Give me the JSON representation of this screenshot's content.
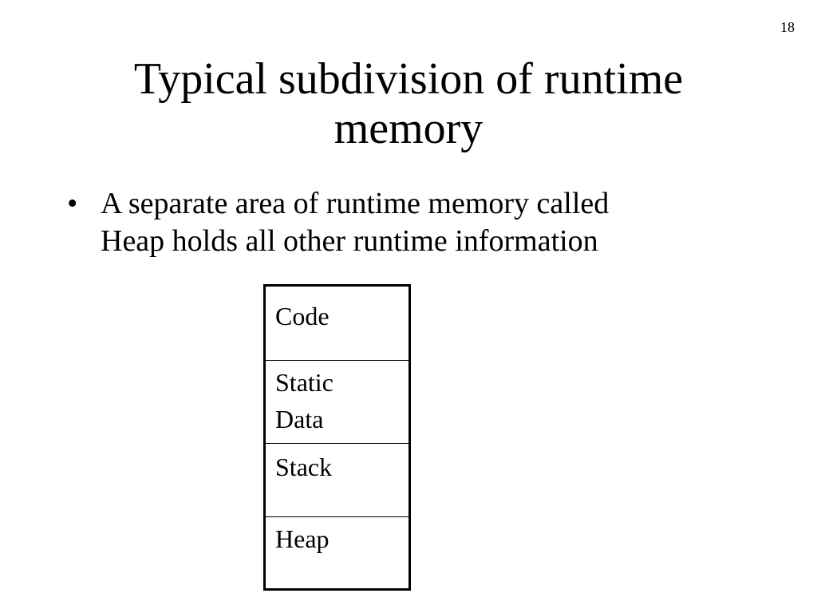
{
  "slide": {
    "page_number": "18",
    "title_lines": [
      "Typical subdivision of runtime",
      "memory"
    ],
    "bullets": [
      {
        "mark": "•",
        "lines": [
          "A separate area of runtime memory called",
          "Heap holds all other runtime information"
        ]
      }
    ],
    "memory_layout": {
      "segments": [
        {
          "label_lines": [
            "Code"
          ]
        },
        {
          "label_lines": [
            "Static",
            "Data"
          ]
        },
        {
          "label_lines": [
            "Stack"
          ]
        },
        {
          "label_lines": [
            "Heap"
          ]
        }
      ]
    }
  }
}
